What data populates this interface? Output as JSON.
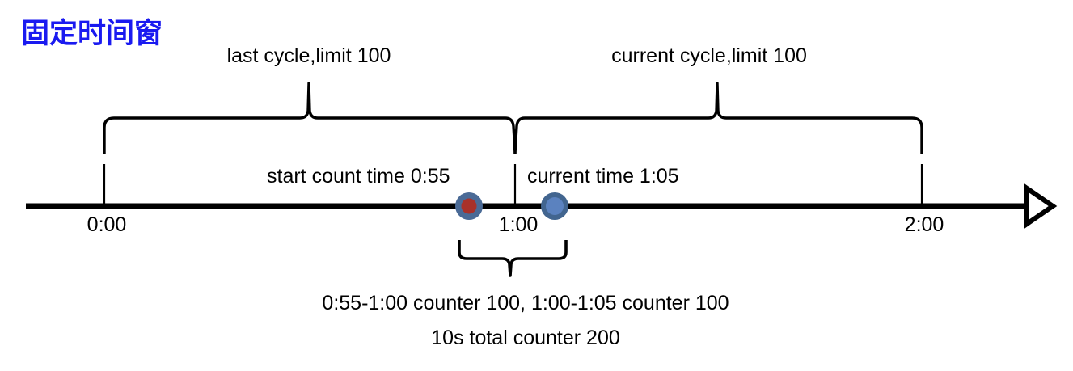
{
  "diagram": {
    "title": "固定时间窗",
    "title_color": "#1A1AF0",
    "background": "#ffffff",
    "line_color": "#000000"
  },
  "braces": {
    "last_cycle_label": "last cycle,limit 100",
    "current_cycle_label": "current cycle,limit 100"
  },
  "timeline": {
    "ticks": [
      {
        "label": "0:00",
        "x": 129
      },
      {
        "label": "1:00",
        "x": 637
      },
      {
        "label": "2:00",
        "x": 1140
      }
    ],
    "axis_start_label": "0:00",
    "axis_end_label": "2:00"
  },
  "markers": {
    "start_count": {
      "label": "start count time 0:55",
      "x": 580,
      "ring_color": "#4A6A96",
      "fill_color": "#A8312A"
    },
    "current": {
      "label": "current time 1:05",
      "x": 686,
      "ring_color": "#42658F",
      "fill_color": "#5B82BF"
    }
  },
  "summary": {
    "line1": "0:55-1:00 counter 100, 1:00-1:05 counter 100",
    "line2": "10s total counter 200"
  },
  "chart_data": {
    "type": "line",
    "title": "固定时间窗",
    "xlabel": "",
    "ylabel": "",
    "x": [
      0,
      60,
      120
    ],
    "tick_labels": [
      "0:00",
      "1:00",
      "2:00"
    ],
    "xlim": [
      0,
      130
    ],
    "grid": false,
    "annotations": [
      "last cycle,limit 100",
      "current cycle,limit 100",
      "start count time 0:55",
      "current time 1:05",
      "0:55-1:00 counter 100, 1:00-1:05 counter 100",
      "10s total counter 200"
    ],
    "points": [
      {
        "name": "start count time",
        "time": "0:55",
        "counter": 100,
        "color": "#A8312A"
      },
      {
        "name": "current time",
        "time": "1:05",
        "counter": 100,
        "color": "#5B82BF"
      }
    ],
    "windows": [
      {
        "name": "last cycle",
        "limit": 100,
        "from": "0:00",
        "to": "1:00"
      },
      {
        "name": "current cycle",
        "limit": 100,
        "from": "1:00",
        "to": "2:00"
      }
    ],
    "total_counter": 200
  }
}
